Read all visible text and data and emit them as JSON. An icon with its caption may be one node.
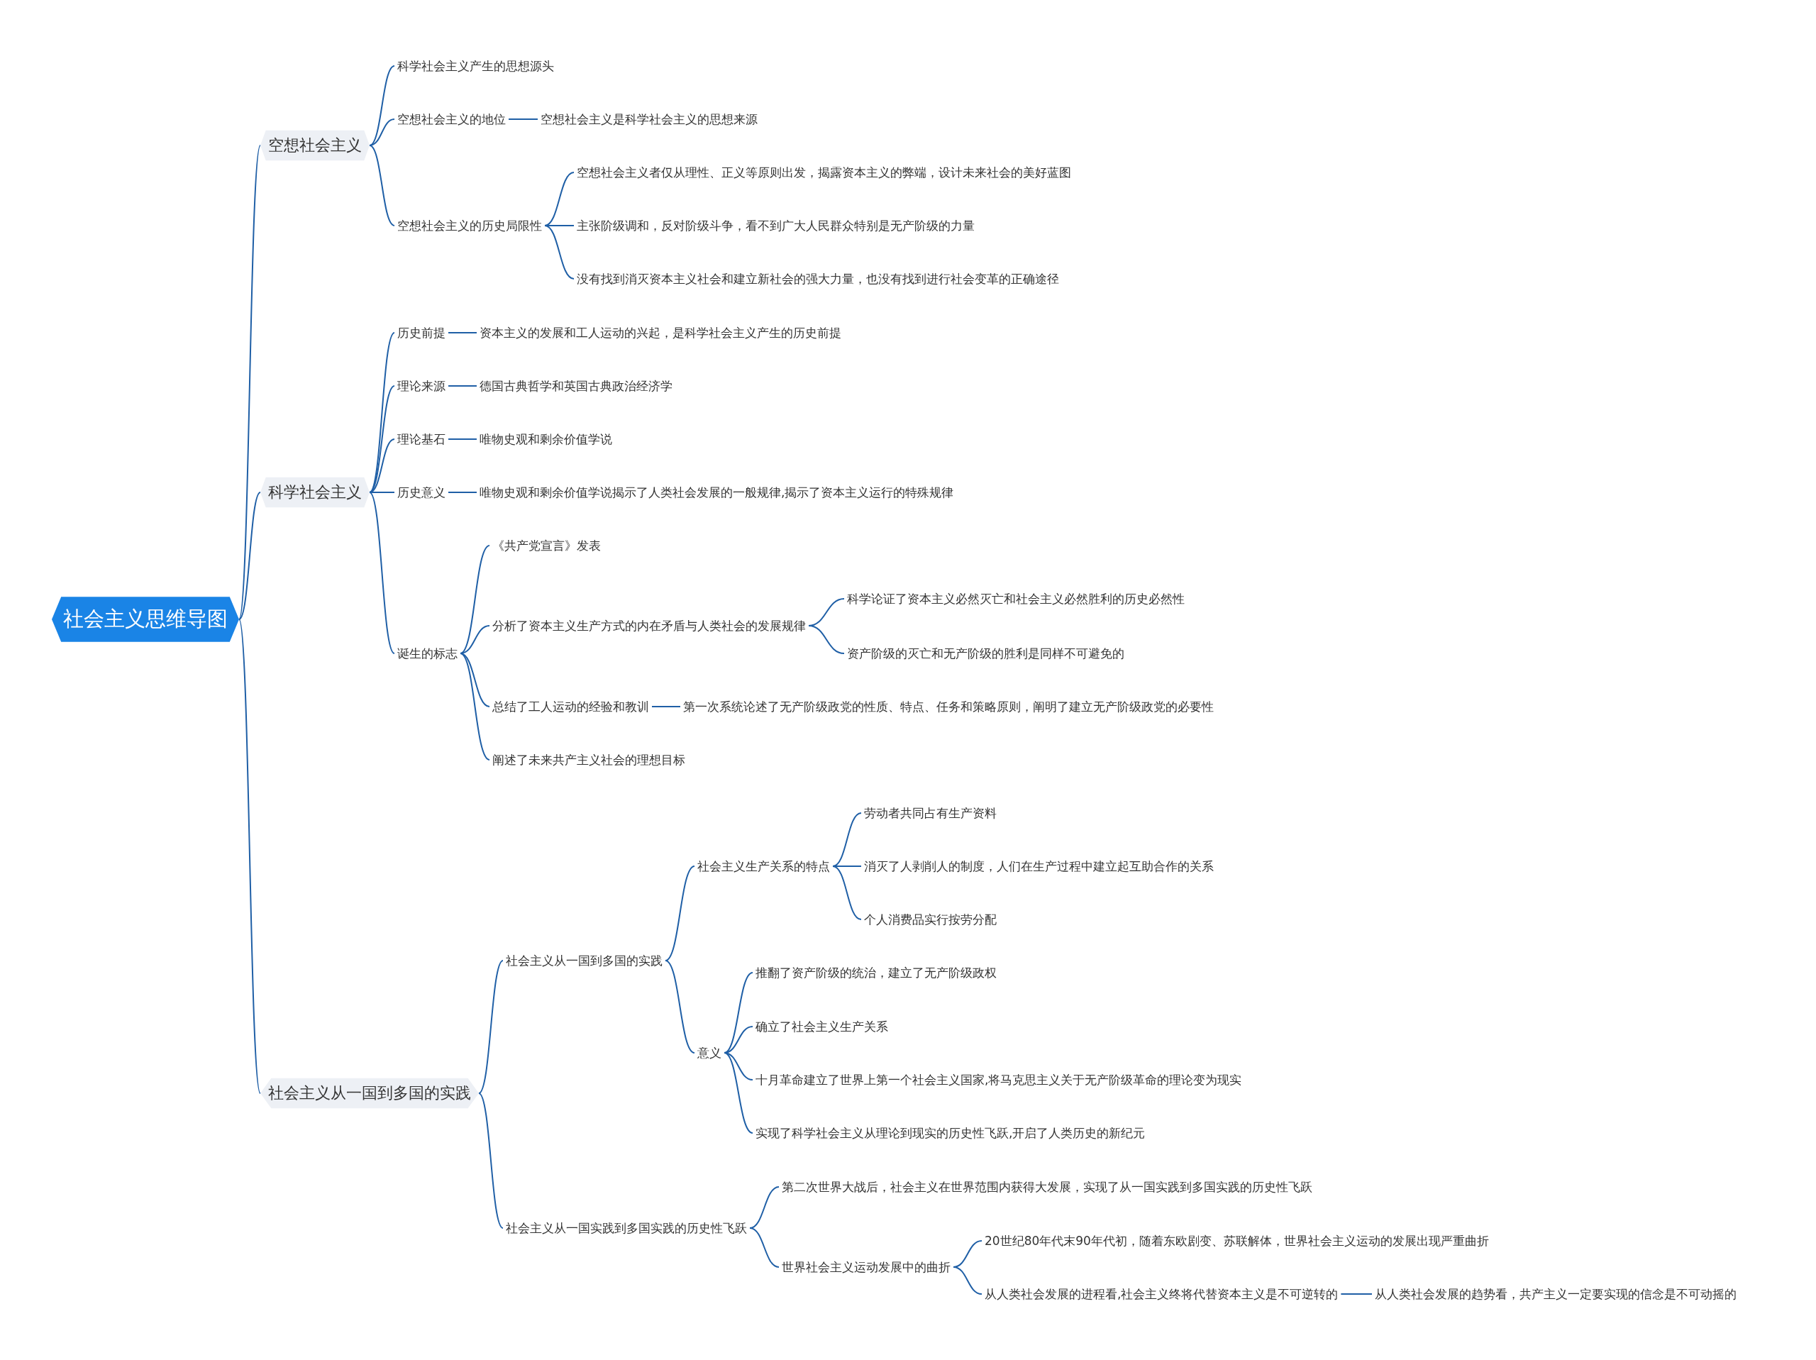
{
  "diagram": {
    "nodes": [
      {
        "text": [
          "社会主义思维导图"
        ]
      },
      {
        "text": [
          "空想社会主义"
        ]
      },
      {
        "text": [
          "科学社会主义产生的思想源头"
        ]
      },
      {
        "text": [
          "空想社会主义的地位"
        ]
      },
      {
        "text": [
          "空想社会主义是科学社会主义的思想来源"
        ]
      },
      {
        "text": [
          "空想社会主义的历史局限性"
        ]
      },
      {
        "text": [
          "空想社会主义者仅从理性、正义等原则出发，揭露资本主义的弊端，设计未来社会的美好蓝图"
        ]
      },
      {
        "text": [
          "主张阶级调和，反对阶级斗争，看不到广大人民群众特别是无产阶级的力量"
        ]
      },
      {
        "text": [
          "没有找到消灭资本主义社会和建立新社会的强大力量，也没有找到进行社会变革的正确途径"
        ]
      },
      {
        "text": [
          "科学社会主义"
        ]
      },
      {
        "text": [
          "历史前提"
        ]
      },
      {
        "text": [
          "资本主义的发展和工人运动的兴起，是科学社会主义产生的历史前提"
        ]
      },
      {
        "text": [
          "理论来源"
        ]
      },
      {
        "text": [
          "德国古典哲学和英国古典政治经济学"
        ]
      },
      {
        "text": [
          "理论基石"
        ]
      },
      {
        "text": [
          "唯物史观和剩余价值学说"
        ]
      },
      {
        "text": [
          "历史意义"
        ]
      },
      {
        "text": [
          "唯物史观和剩余价值学说揭示了人类社会发展的一般规律,揭示了资本主义运行的特殊规律"
        ]
      },
      {
        "text": [
          "诞生的标志"
        ]
      },
      {
        "text": [
          "《共产党宣言》发表"
        ]
      },
      {
        "text": [
          "分析了资本主义生产方式的内在矛盾与人类社会的发展规律"
        ]
      },
      {
        "text": [
          "科学论证了资本主义必然灭亡和社会主义必然胜利的历史必然性"
        ]
      },
      {
        "text": [
          "资产阶级的灭亡和无产阶级的胜利是同样不可避免的"
        ]
      },
      {
        "text": [
          "总结了工人运动的经验和教训"
        ]
      },
      {
        "text": [
          "第一次系统论述了无产阶级政党的性质、特点、任务和策略原则，阐明了建立无产阶级政党的必要性"
        ]
      },
      {
        "text": [
          "阐述了未来共产主义社会的理想目标"
        ]
      },
      {
        "text": [
          "社会主义从一国到多国的实践"
        ]
      },
      {
        "text": [
          "社会主义从一国到多国的实践"
        ]
      },
      {
        "text": [
          "社会主义生产关系的特点"
        ]
      },
      {
        "text": [
          "劳动者共同占有生产资料"
        ]
      },
      {
        "text": [
          "消灭了人剥削人的制度，人们在生产过程中建立起互助合作的关系"
        ]
      },
      {
        "text": [
          "个人消费品实行按劳分配"
        ]
      },
      {
        "text": [
          "意义"
        ]
      },
      {
        "text": [
          "推翻了资产阶级的统治，建立了无产阶级政权"
        ]
      },
      {
        "text": [
          "确立了社会主义生产关系"
        ]
      },
      {
        "text": [
          "十月革命建立了世界上第一个社会主义国家,将马克思主义关于无产阶级革命的理论变为现实"
        ]
      },
      {
        "text": [
          "实现了科学社会主义从理论到现实的历史性飞跃,开启了人类历史的新纪元"
        ]
      },
      {
        "text": [
          "社会主义从一国实践到多国实践的历史性飞跃"
        ]
      },
      {
        "text": [
          "第二次世界大战后，社会主义在世界范围内获得大发展，实现了从一国实践到多国实践的历史性飞跃"
        ]
      },
      {
        "text": [
          "世界社会主义运动发展中的曲折"
        ]
      },
      {
        "text": [
          "20世纪80年代末90年代初，随着东欧剧变、苏联解体，世界社会主义运动的发展出现严重曲折"
        ]
      },
      {
        "text": [
          "从人类社会发展的进程看,社会主义终将代替资本主义是不可逆转的"
        ]
      },
      {
        "text": [
          "从人类社会发展的趋势看，共产主义一定要实现的信念是不可动摇的"
        ]
      }
    ],
    "edges": [
      {
        "from": 0,
        "to": 1,
        "arrow": "none"
      },
      {
        "from": 0,
        "to": 9,
        "arrow": "none"
      },
      {
        "from": 0,
        "to": 26,
        "arrow": "none"
      },
      {
        "from": 1,
        "to": 2,
        "arrow": "none"
      },
      {
        "from": 1,
        "to": 3,
        "arrow": "none"
      },
      {
        "from": 3,
        "to": 4,
        "arrow": "none"
      },
      {
        "from": 1,
        "to": 5,
        "arrow": "none"
      },
      {
        "from": 5,
        "to": 6,
        "arrow": "none"
      },
      {
        "from": 5,
        "to": 7,
        "arrow": "none"
      },
      {
        "from": 5,
        "to": 8,
        "arrow": "none"
      },
      {
        "from": 9,
        "to": 10,
        "arrow": "none"
      },
      {
        "from": 10,
        "to": 11,
        "arrow": "none"
      },
      {
        "from": 9,
        "to": 12,
        "arrow": "none"
      },
      {
        "from": 12,
        "to": 13,
        "arrow": "none"
      },
      {
        "from": 9,
        "to": 14,
        "arrow": "none"
      },
      {
        "from": 14,
        "to": 15,
        "arrow": "none"
      },
      {
        "from": 9,
        "to": 16,
        "arrow": "none"
      },
      {
        "from": 16,
        "to": 17,
        "arrow": "none"
      },
      {
        "from": 9,
        "to": 18,
        "arrow": "none"
      },
      {
        "from": 18,
        "to": 19,
        "arrow": "none"
      },
      {
        "from": 18,
        "to": 20,
        "arrow": "none"
      },
      {
        "from": 20,
        "to": 21,
        "arrow": "none"
      },
      {
        "from": 20,
        "to": 22,
        "arrow": "none"
      },
      {
        "from": 18,
        "to": 23,
        "arrow": "none"
      },
      {
        "from": 23,
        "to": 24,
        "arrow": "none"
      },
      {
        "from": 18,
        "to": 25,
        "arrow": "none"
      },
      {
        "from": 26,
        "to": 27,
        "arrow": "none"
      },
      {
        "from": 27,
        "to": 28,
        "arrow": "none"
      },
      {
        "from": 28,
        "to": 29,
        "arrow": "none"
      },
      {
        "from": 28,
        "to": 30,
        "arrow": "none"
      },
      {
        "from": 28,
        "to": 31,
        "arrow": "none"
      },
      {
        "from": 27,
        "to": 32,
        "arrow": "none"
      },
      {
        "from": 32,
        "to": 33,
        "arrow": "none"
      },
      {
        "from": 32,
        "to": 34,
        "arrow": "none"
      },
      {
        "from": 32,
        "to": 35,
        "arrow": "none"
      },
      {
        "from": 32,
        "to": 36,
        "arrow": "none"
      },
      {
        "from": 26,
        "to": 37,
        "arrow": "none"
      },
      {
        "from": 37,
        "to": 38,
        "arrow": "none"
      },
      {
        "from": 37,
        "to": 39,
        "arrow": "none"
      },
      {
        "from": 39,
        "to": 40,
        "arrow": "none"
      },
      {
        "from": 39,
        "to": 41,
        "arrow": "none"
      },
      {
        "from": 41,
        "to": 42,
        "arrow": "none"
      }
    ]
  }
}
